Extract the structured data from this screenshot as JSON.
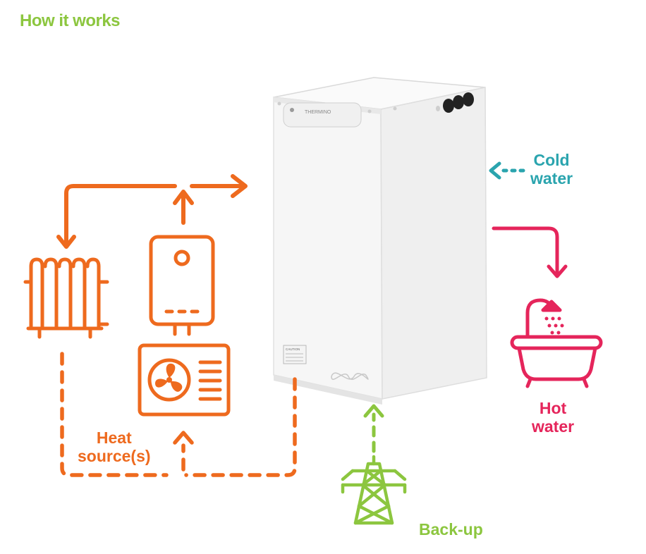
{
  "title": "How it works",
  "colors": {
    "green": "#8cc63f",
    "orange": "#ee6a1e",
    "teal": "#2aa4ae",
    "pink": "#e5255b",
    "unit_body": "#f3f3f3"
  },
  "unit": {
    "brand": "THERMINO",
    "caution": "CAUTION"
  },
  "labels": {
    "cold_water": [
      "Cold",
      "water"
    ],
    "hot_water": [
      "Hot",
      "water"
    ],
    "heat_source": [
      "Heat",
      "source(s)"
    ],
    "backup": "Back-up"
  },
  "icons": [
    "radiator-icon",
    "boiler-icon",
    "heat-pump-icon",
    "bathtub-shower-icon",
    "pylon-icon",
    "infinity-icon"
  ]
}
